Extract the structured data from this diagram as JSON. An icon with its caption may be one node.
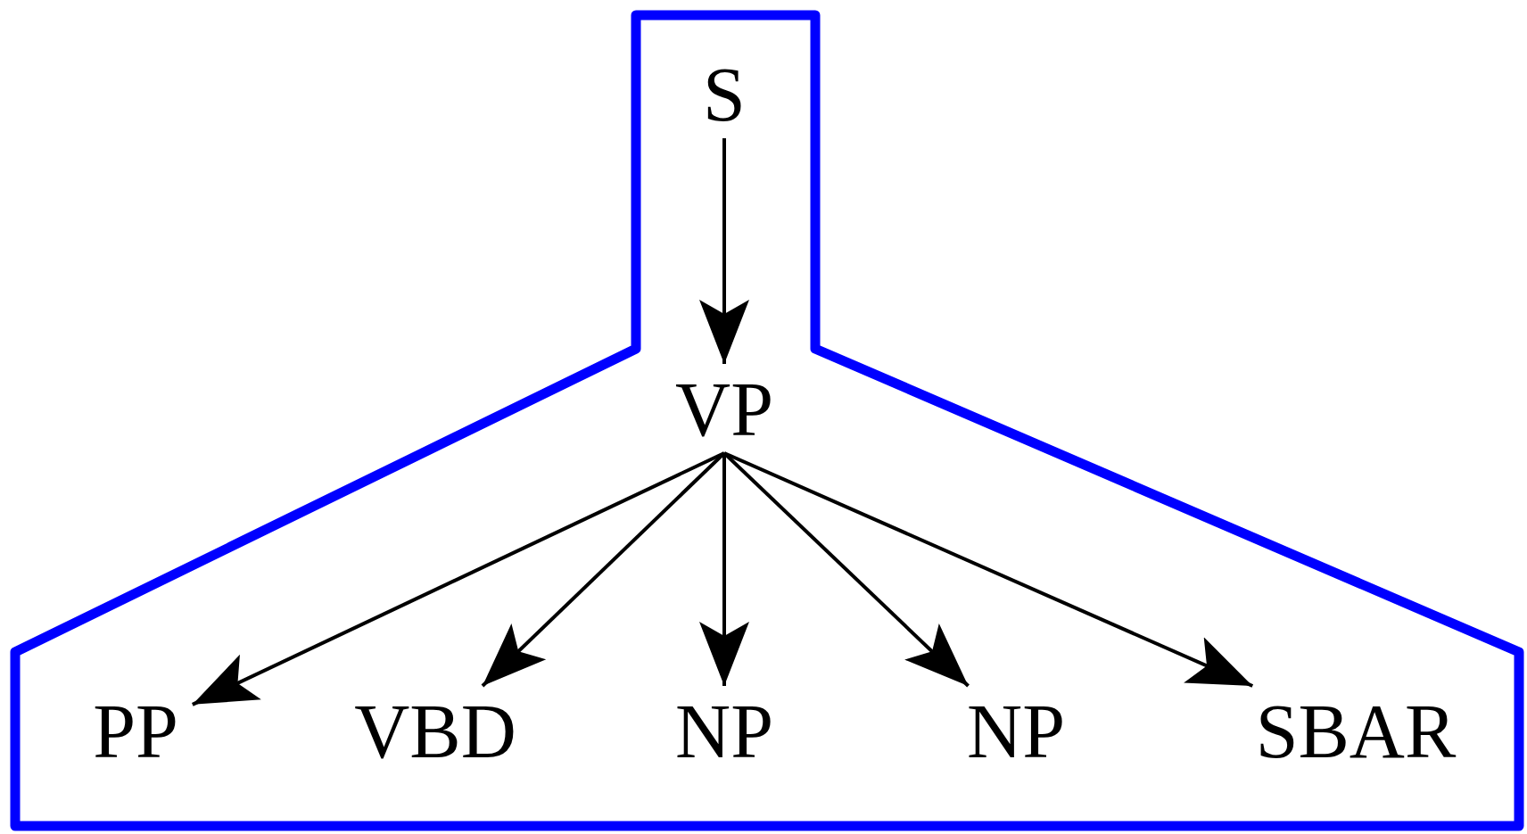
{
  "diagram": {
    "nodes": [
      {
        "text": [],
        "shape": "polygon"
      },
      {
        "text": [
          "S"
        ],
        "in": 0
      },
      {
        "text": [
          "VP"
        ],
        "in": 0
      },
      {
        "text": [
          "PP"
        ],
        "in": 0
      },
      {
        "text": [
          "VBD"
        ],
        "in": 0
      },
      {
        "text": [
          "NP"
        ],
        "in": 0
      },
      {
        "text": [
          "NP"
        ],
        "in": 0
      },
      {
        "text": [
          "SBAR"
        ],
        "in": 0
      }
    ],
    "edges": [
      {
        "from": 1,
        "to": 2,
        "arrow": "to"
      },
      {
        "from": 2,
        "to": 3,
        "arrow": "to"
      },
      {
        "from": 2,
        "to": 4,
        "arrow": "to"
      },
      {
        "from": 2,
        "to": 5,
        "arrow": "to"
      },
      {
        "from": 2,
        "to": 6,
        "arrow": "to"
      },
      {
        "from": 2,
        "to": 7,
        "arrow": "to"
      }
    ]
  }
}
